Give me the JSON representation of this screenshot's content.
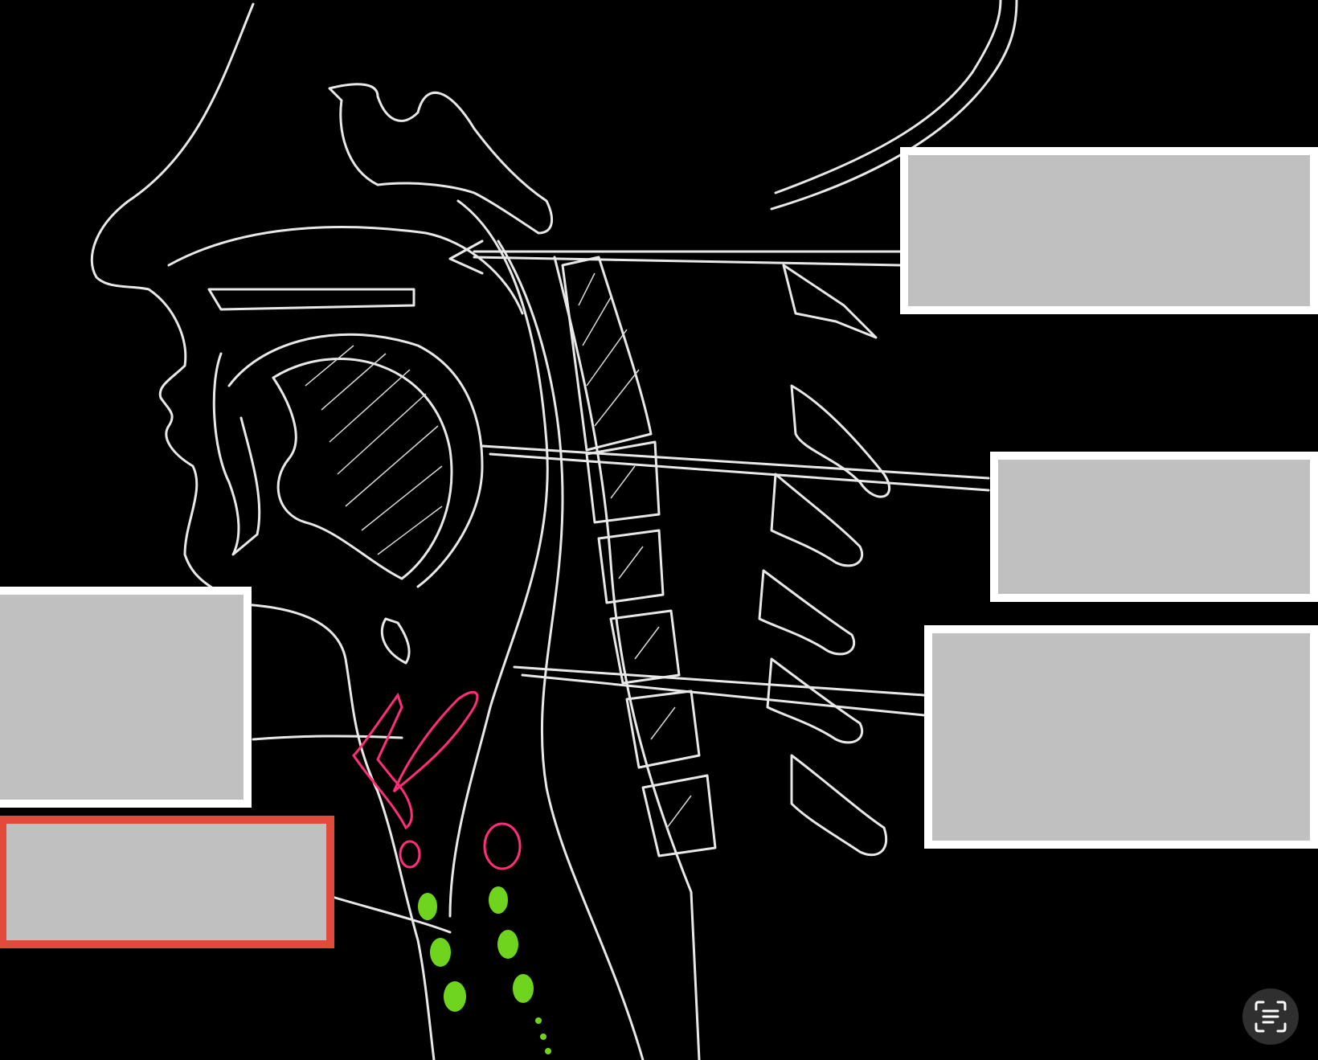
{
  "diagram": {
    "type": "hand-drawn sagittal section of head and neck on black board",
    "colors": {
      "background": "#000000",
      "chalk": "#e8e8e8",
      "highlight_pink": "#ff2d7a",
      "highlight_green": "#6fd41e",
      "label_fill": "#c0c0c0",
      "label_border": "#ffffff",
      "selected_border": "#e24a3c"
    }
  },
  "labels": [
    {
      "id": "label-1",
      "text": "",
      "selected": false
    },
    {
      "id": "label-2",
      "text": "",
      "selected": false
    },
    {
      "id": "label-3",
      "text": "",
      "selected": false
    },
    {
      "id": "label-4",
      "text": "",
      "selected": false
    },
    {
      "id": "label-5",
      "text": "",
      "selected": true
    }
  ],
  "toolbar": {
    "lens_icon": "text-scan-icon"
  }
}
